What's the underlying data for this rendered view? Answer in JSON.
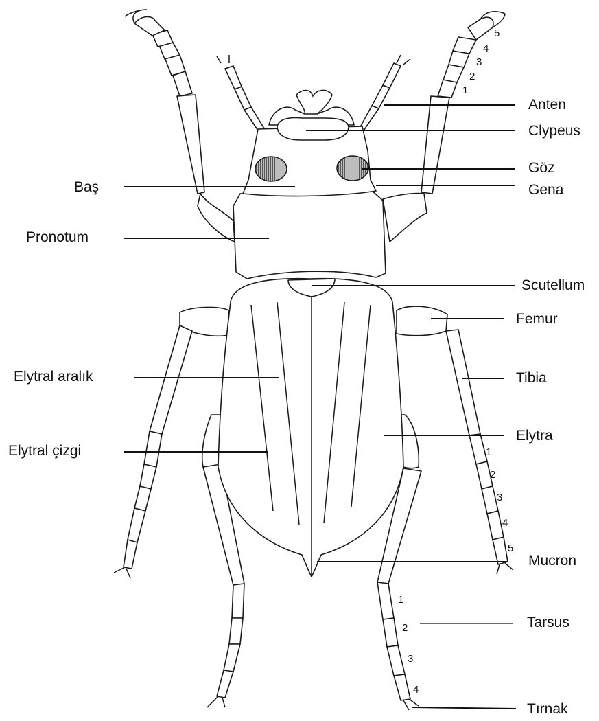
{
  "labels": {
    "anten": "Anten",
    "clypeus": "Clypeus",
    "goz": "Göz",
    "gena": "Gena",
    "bas": "Baş",
    "pronotum": "Pronotum",
    "scutellum": "Scutellum",
    "femur": "Femur",
    "tibia": "Tibia",
    "elytral_aralik": "Elytral aralık",
    "elytra": "Elytra",
    "elytral_cizgi": "Elytral çizgi",
    "mucron": "Mucron",
    "tarsus": "Tarsus",
    "tirnak": "Tırnak"
  },
  "antenna_segments": [
    "1",
    "2",
    "3",
    "4",
    "5"
  ],
  "mid_tarsus_segments": [
    "1",
    "2",
    "3",
    "4",
    "5"
  ],
  "hind_tarsus_segments": [
    "1",
    "2",
    "3",
    "4"
  ],
  "colors": {
    "outline": "#1a1a1a",
    "eye_fill": "#9a9a9a",
    "background": "#ffffff"
  }
}
